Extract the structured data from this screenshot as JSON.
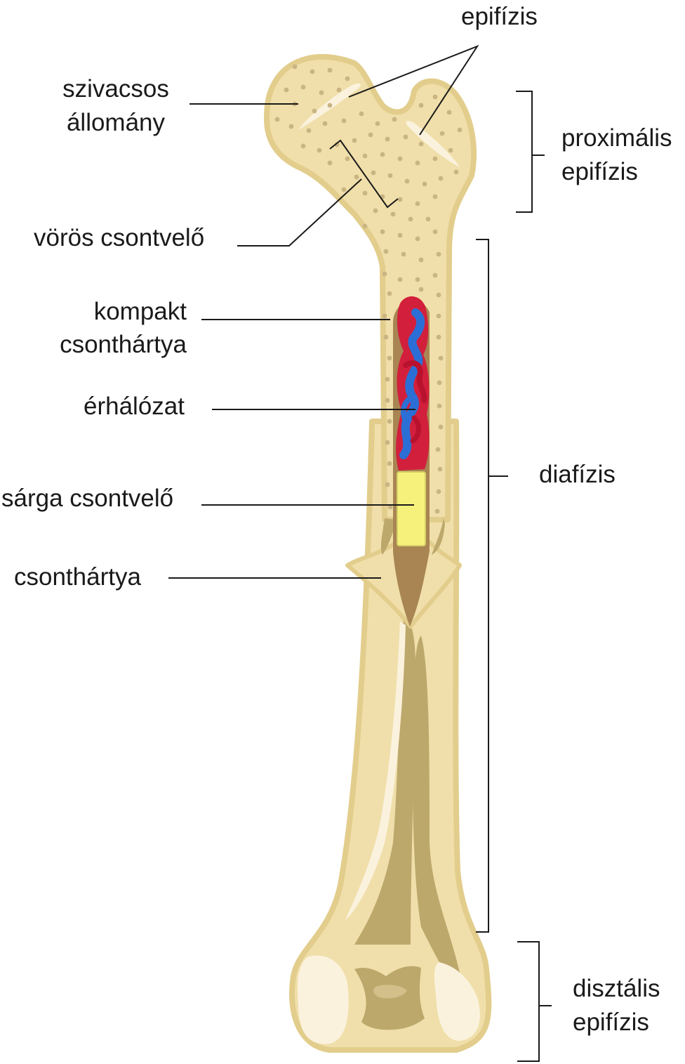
{
  "labels": {
    "epifizis": "epifízis",
    "szivacsos_line1": "szivacsos",
    "szivacsos_line2": "állomány",
    "voros": "vörös csontvelő",
    "kompakt_line1": "kompakt",
    "kompakt_line2": "csonthártya",
    "erhalozat": "érhálózat",
    "sarga": "sárga csontvelő",
    "csonthartya": "csonthártya",
    "proximalis_line1": "proximális",
    "proximalis_line2": "epifízis",
    "diafizis": "diafízis",
    "disztalis_line1": "disztális",
    "disztalis_line2": "epifízis"
  },
  "colors": {
    "bone": "#f0dfaa",
    "bone_outline": "#e2cd8c",
    "spongy_dots": "#c9b482",
    "medullary_cavity": "#a88552",
    "red_marrow": "#d21f3c",
    "vessels": "#2b6fd6",
    "yellow_marrow": "#f6f17a",
    "inner_shadow": "#bda86c",
    "highlight": "#fbf2de",
    "leader_line": "#1a1a1a"
  }
}
